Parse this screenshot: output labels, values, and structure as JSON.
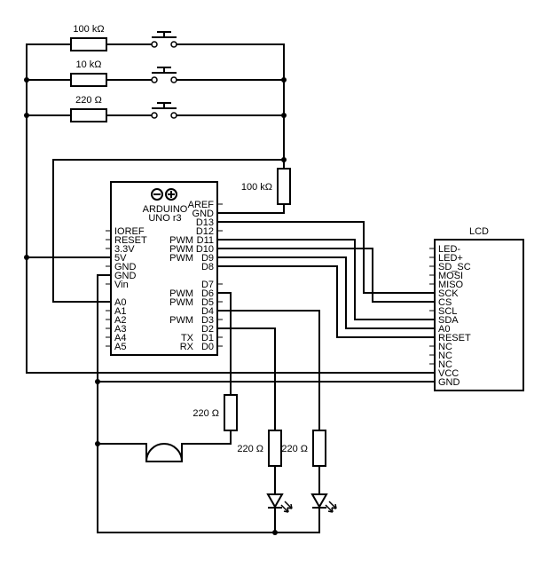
{
  "buttons_section": {
    "r1": "100 kΩ",
    "r2": "10 kΩ",
    "r3": "220 Ω"
  },
  "pulldown_resistor": "100 kΩ",
  "arduino": {
    "name_line1": "ARDUINO",
    "name_line2": "UNO r3",
    "left_pins": [
      "IOREF",
      "RESET",
      "3.3V",
      "5V",
      "GND",
      "GND",
      "Vin",
      "A0",
      "A1",
      "A2",
      "A3",
      "A4",
      "A5"
    ],
    "right_pins": [
      "AREF",
      "GND",
      "D13",
      "D12",
      "D11",
      "D10",
      "D9",
      "D8",
      "D7",
      "D6",
      "D5",
      "D4",
      "D3",
      "D2",
      "D1",
      "D0"
    ],
    "pwm_label": "PWM",
    "tx_label": "TX",
    "rx_label": "RX"
  },
  "lcd": {
    "title": "LCD",
    "pins": [
      "LED-",
      "LED+",
      "SD_SC",
      "MOSI",
      "MISO",
      "SCK",
      "CS",
      "SCL",
      "SDA",
      "A0",
      "RESET",
      "NC",
      "NC",
      "NC",
      "VCC",
      "GND"
    ]
  },
  "buzzer_resistor": "220 Ω",
  "led_resistor_1": "220 Ω",
  "led_resistor_2": "220 Ω"
}
